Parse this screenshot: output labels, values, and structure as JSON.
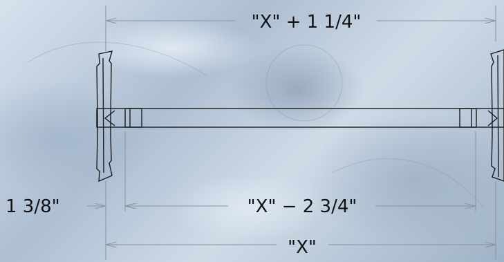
{
  "dimensions": {
    "top": "\"X\" + 1 1/4\"",
    "middle": "\"X\" − 2 3/4\"",
    "bottom": "\"X\"",
    "side": "1 3/8\""
  },
  "colors": {
    "line": "#1a1a1a",
    "dimension_line": "#8a94a0",
    "text": "#111111"
  }
}
